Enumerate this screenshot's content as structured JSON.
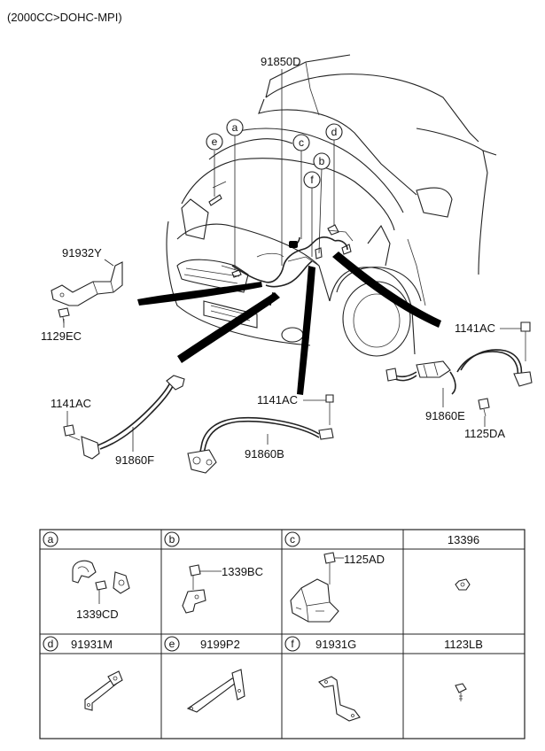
{
  "header": {
    "engine": "(2000CC>DOHC-MPI)"
  },
  "callouts": {
    "c91850D": "91850D",
    "c91932Y": "91932Y",
    "c1129EC": "1129EC",
    "c1141AC_right": "1141AC",
    "c1141AC_left": "1141AC",
    "c1141AC_mid": "1141AC",
    "c91860E": "91860E",
    "c1125DA": "1125DA",
    "c91860F": "91860F",
    "c91860B": "91860B"
  },
  "markers": [
    "a",
    "b",
    "c",
    "d",
    "e",
    "f"
  ],
  "table": {
    "row1": [
      {
        "letter": "a",
        "code": ""
      },
      {
        "letter": "b",
        "code": ""
      },
      {
        "letter": "c",
        "code": ""
      },
      {
        "letter": "",
        "code": "13396"
      }
    ],
    "row2": [
      {
        "letter": "d",
        "code": "91931M"
      },
      {
        "letter": "e",
        "code": "9199P2"
      },
      {
        "letter": "f",
        "code": "91931G"
      },
      {
        "letter": "",
        "code": "1123LB"
      }
    ],
    "cell_labels": {
      "a_part": "1339CD",
      "b_part": "1339BC",
      "c_part": "1125AD"
    }
  }
}
